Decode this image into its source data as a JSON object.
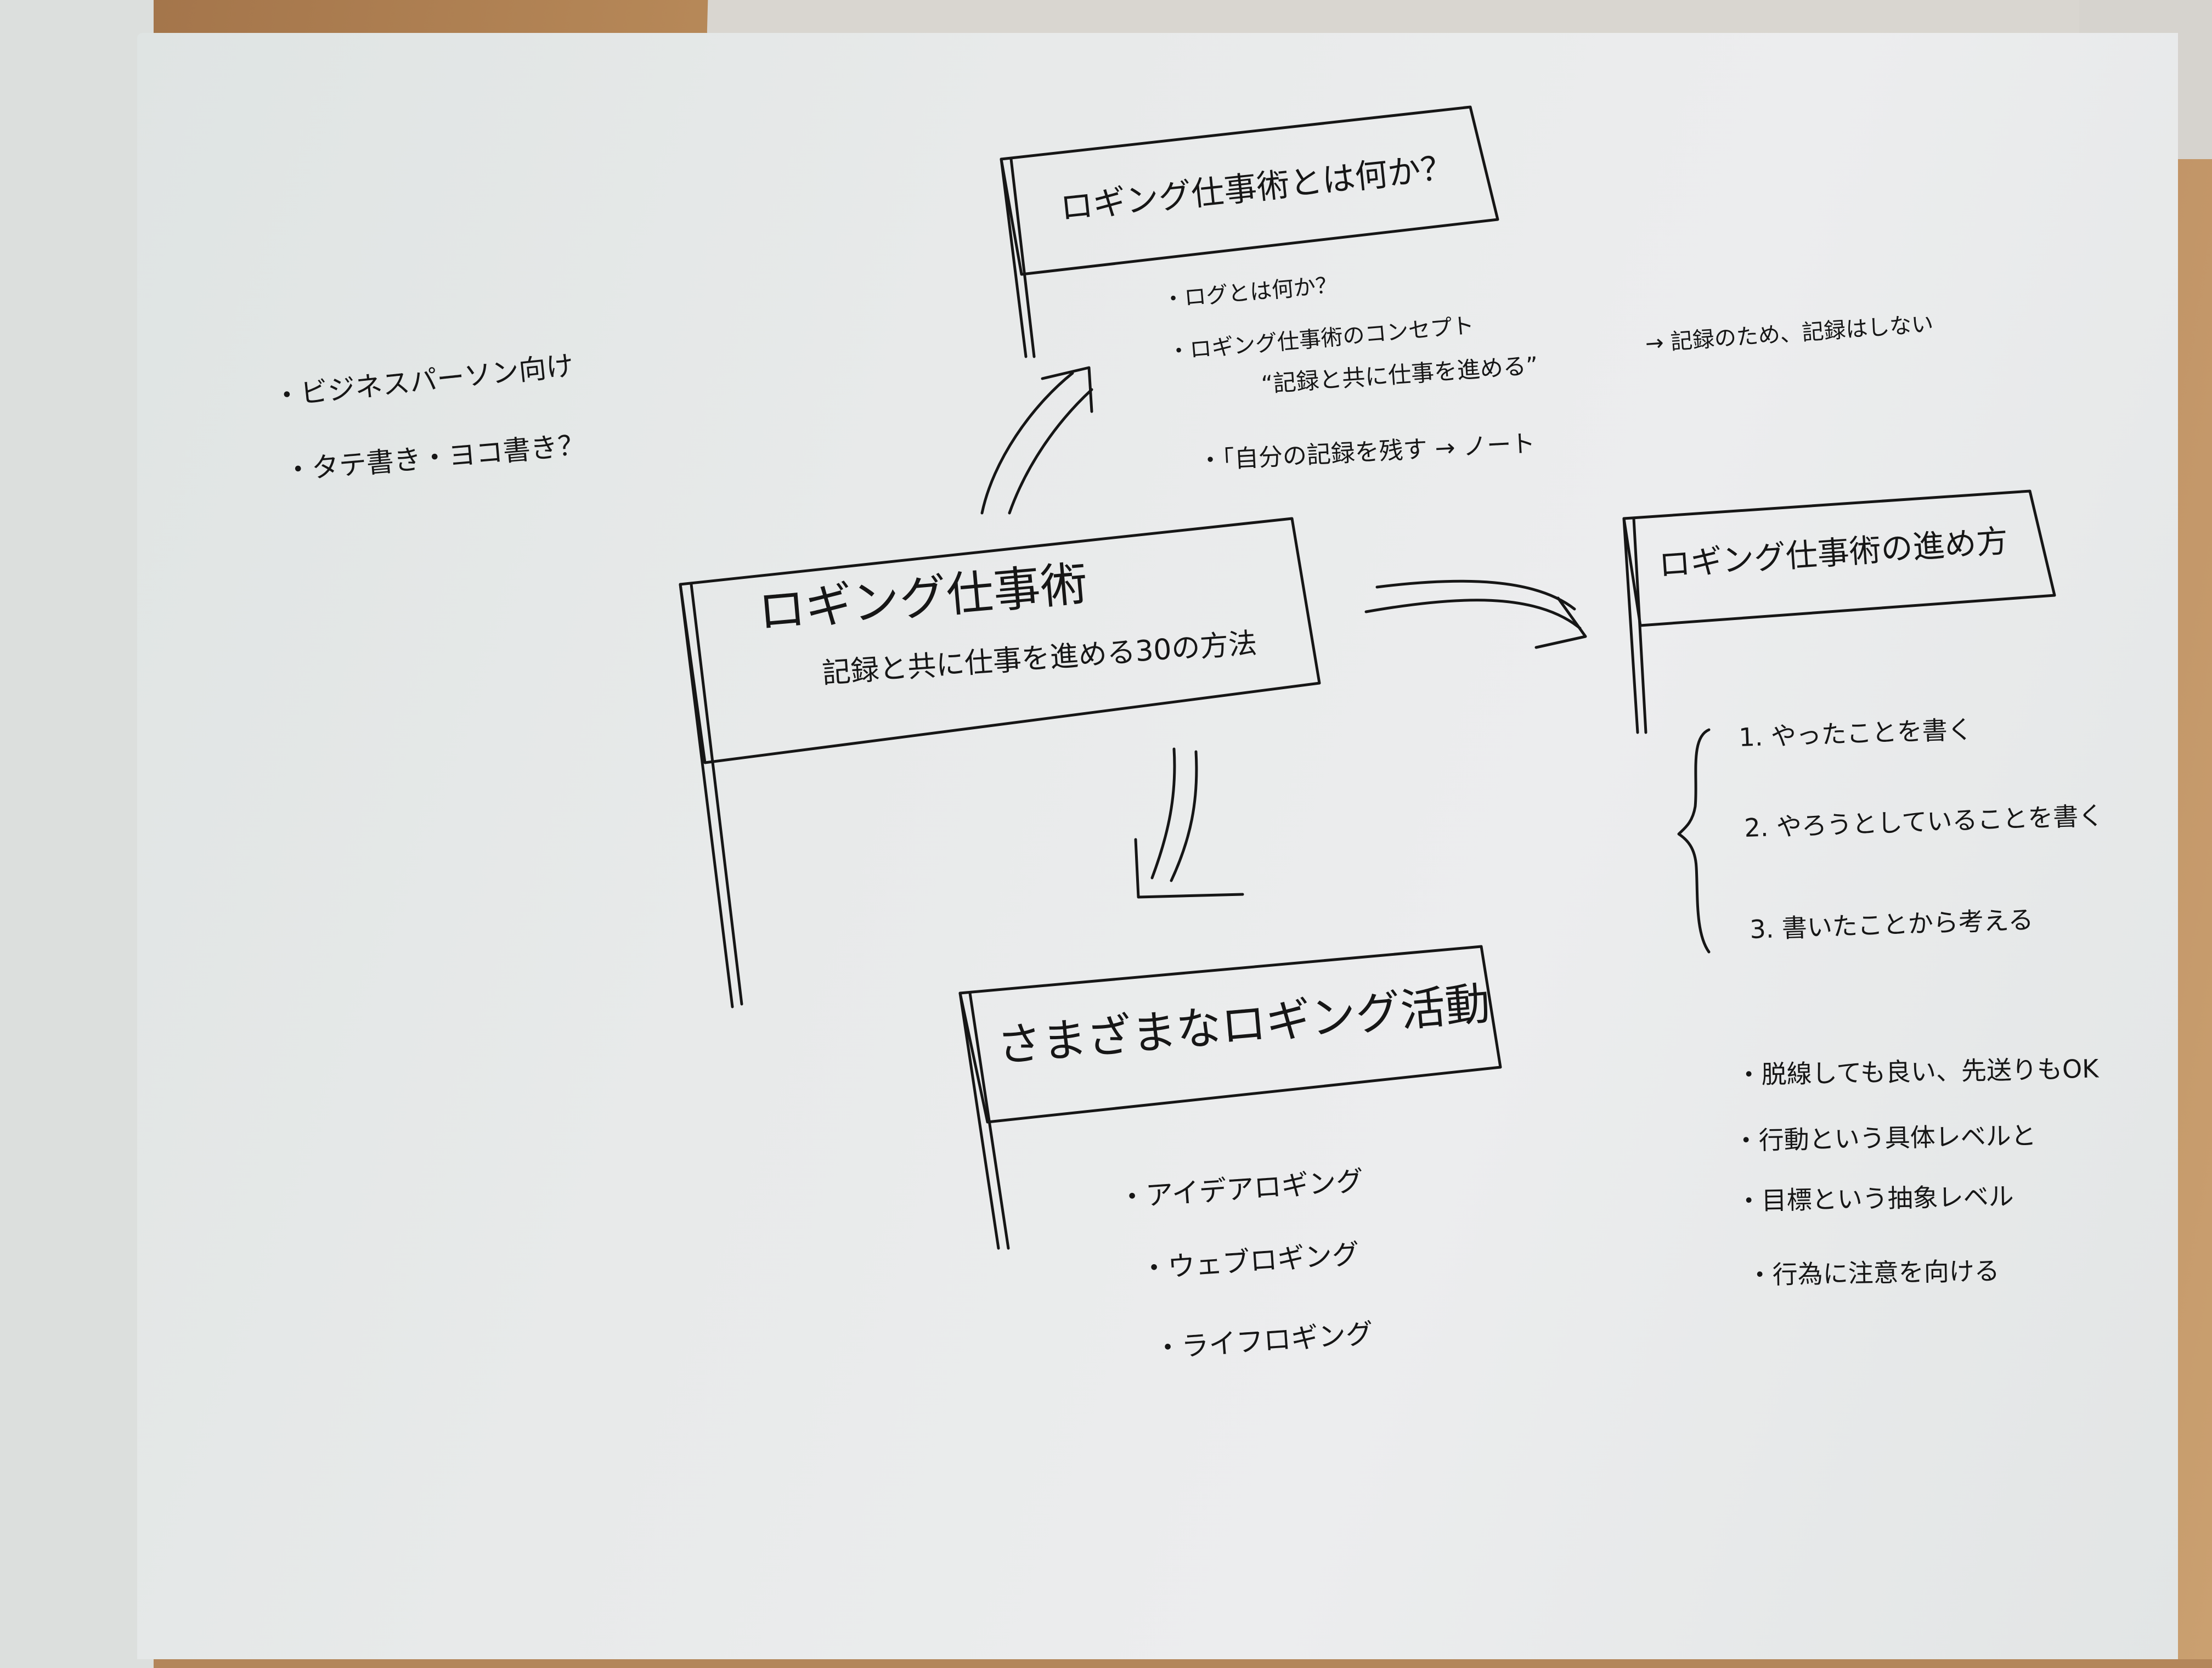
{
  "diagram": {
    "central": {
      "title": "ロギング仕事術",
      "subtitle": "記録と共に仕事を進める30の方法"
    },
    "top_node": {
      "title": "ロギング仕事術とは何か？",
      "items": [
        "・ログとは何か？",
        "・ロギング仕事術のコンセプト",
        "“記録と共に仕事を進める”",
        "→ 記録のため、記録はしない",
        "・「自分の記録を残す → ノート"
      ]
    },
    "right_node": {
      "title": "ロギング仕事術の進め方",
      "steps": [
        "1. やったことを書く",
        "2. やろうとしていることを書く",
        "3. 書いたことから考える"
      ],
      "notes": [
        "・脱線しても良い、先送りもOK",
        "・行動という具体レベルと",
        "・目標という抽象レベル",
        "・行為に注意を向ける"
      ]
    },
    "bottom_node": {
      "title": "さまざまなロギング活動",
      "items": [
        "・アイデアロギング",
        "・ウェブロギング",
        "・ライフロギング"
      ]
    },
    "side_notes": [
      "・ビジネスパーソン向け",
      "・タテ書き・ヨコ書き？"
    ]
  },
  "colors": {
    "ink": "#161616",
    "paper": "#e8eaea",
    "desk": "#b3865a"
  }
}
